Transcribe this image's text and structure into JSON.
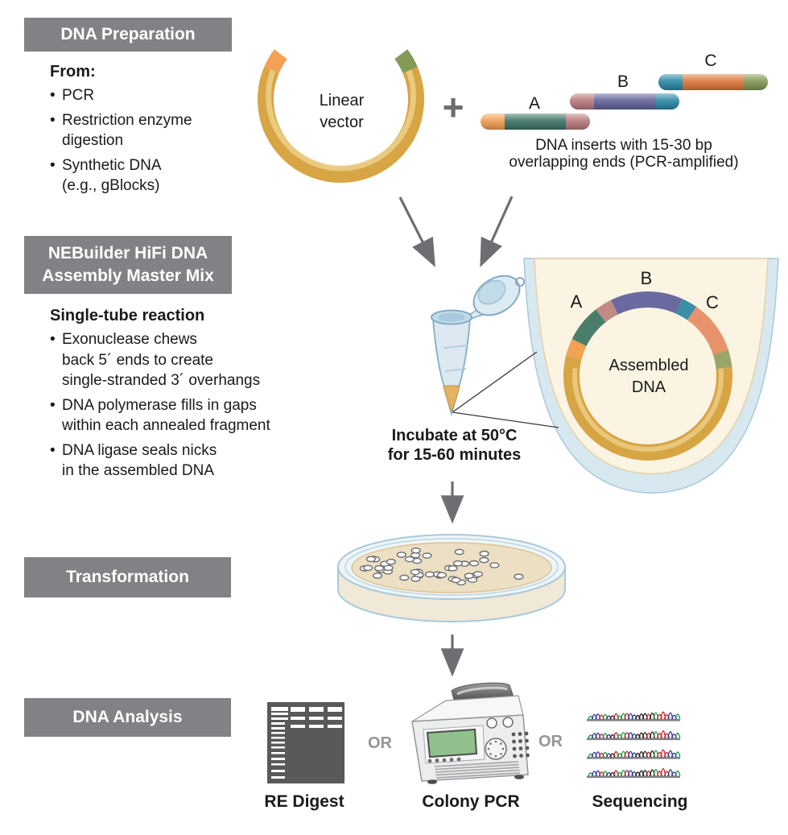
{
  "figure": {
    "bullet_char": "•",
    "plus_sign": "+"
  },
  "sections": {
    "prep": {
      "title": "DNA Preparation",
      "heading": "From:",
      "bullets": [
        "PCR",
        "Restriction enzyme\ndigestion",
        "Synthetic DNA\n(e.g., gBlocks)"
      ]
    },
    "inputs": {
      "vector_label": "Linear\nvector",
      "insert_labels": [
        "A",
        "B",
        "C"
      ],
      "caption": "DNA inserts with 15-30 bp\noverlapping ends (PCR-amplified)"
    },
    "mix": {
      "title": "NEBuilder HiFi DNA\nAssembly Master Mix",
      "heading": "Single-tube reaction",
      "bullets": [
        "Exonuclease chews\nback 5´ ends to create\nsingle-stranded 3´ overhangs",
        "DNA polymerase fills in gaps\nwithin each annealed fragment",
        "DNA ligase seals nicks\nin the assembled DNA"
      ],
      "incubate": "Incubate at 50°C\nfor 15-60 minutes",
      "assembled": {
        "label": "Assembled\nDNA",
        "ring_labels": [
          "A",
          "B",
          "C"
        ]
      }
    },
    "transformation": {
      "title": "Transformation"
    },
    "analysis": {
      "title": "DNA Analysis",
      "separator": "OR",
      "methods": [
        "RE Digest",
        "Colony PCR",
        "Sequencing"
      ]
    }
  },
  "colors": {
    "header_bg": "#808285",
    "header_text": "#ffffff",
    "arrow_gray": "#6d6e71",
    "or_gray": "#939598",
    "vector_gold": "#d7a544",
    "gold_highlight": "#ecd08a",
    "insert_a_body": "#40776a",
    "insert_b_body": "#66669c",
    "insert_c_body": "#df7a3e",
    "cap_orange": "#f2a155",
    "cap_rose": "#ba7d7f",
    "cap_teal": "#2f8ba8",
    "cap_olive": "#849b55",
    "tube_blue": "#dce9f1",
    "tube_stroke": "#8fb3c8",
    "magnifier_fill": "#fbf4e2",
    "magnifier_band": "#d8e8f1",
    "gel_gray": "#58595b",
    "trace_blue": "#3a3aa0",
    "trace_red": "#c9282d",
    "trace_black": "#231f20",
    "trace_green": "#1f9e4b"
  }
}
